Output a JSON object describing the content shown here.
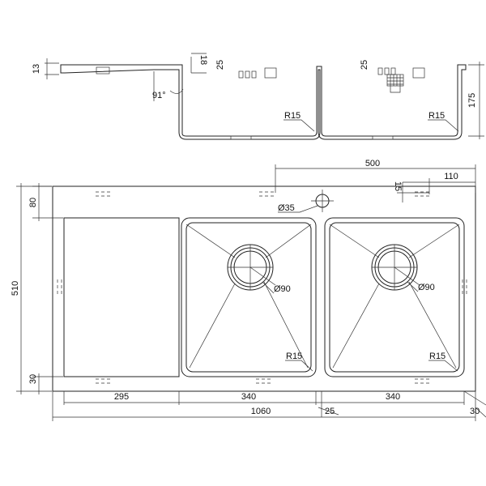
{
  "side_view": {
    "dim_13": "13",
    "dim_18": "18",
    "dim_25_left": "25",
    "dim_25_right": "25",
    "angle": "91°",
    "radius_left": "R15",
    "radius_right": "R15",
    "dim_175": "175"
  },
  "plan_view": {
    "dim_500": "500",
    "dim_110": "110",
    "dim_15": "15",
    "tap_hole": "Ø35",
    "dim_80": "80",
    "dim_510": "510",
    "dim_30_left": "30",
    "waste_left": "Ø90",
    "waste_right": "Ø90",
    "radius_left": "R15",
    "radius_right": "R15",
    "dim_295": "295",
    "dim_340_left": "340",
    "dim_340_right": "340",
    "dim_1060": "1060",
    "dim_25": "25",
    "dim_30_right": "30"
  }
}
